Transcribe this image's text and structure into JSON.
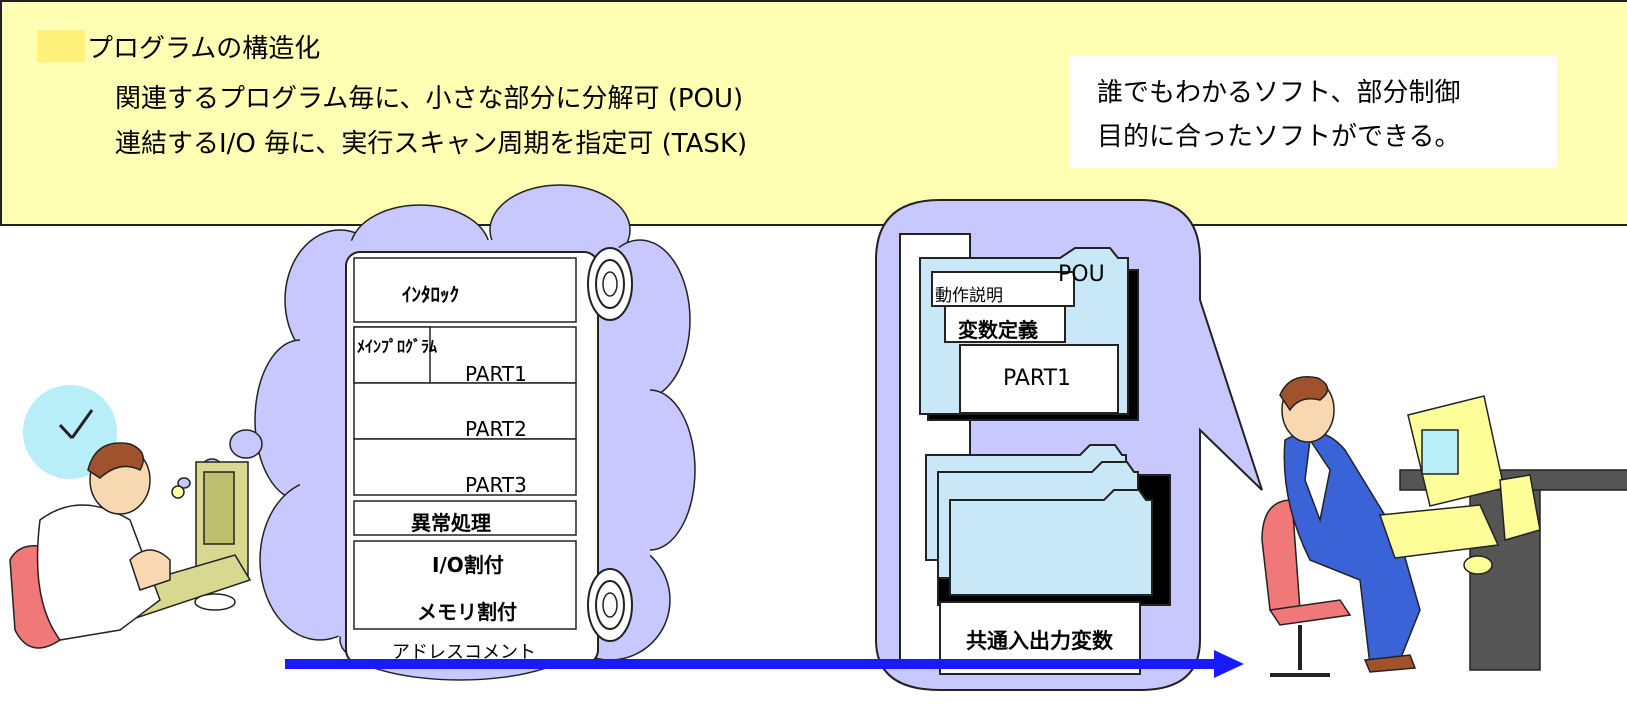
{
  "banner": {
    "heading": "プログラムの構造化",
    "lines": [
      "関連するプログラム毎に、小さな部分に分解可 (POU)",
      "連結するI/O 毎に、実行スキャン周期を指定可 (TASK)"
    ],
    "callout_lines": [
      "誰でもわかるソフト、部分制御",
      "目的に合ったソフトができる。"
    ]
  },
  "scroll": {
    "interlock": "ｲﾝﾀﾛｯｸ",
    "main_program": "ﾒｲﾝﾌﾟﾛｸﾞﾗﾑ",
    "parts": [
      "PART1",
      "PART2",
      "PART3"
    ],
    "error_handling": "異常処理",
    "io_assign": "I/O割付",
    "memory_assign": "メモリ割付",
    "address_comment": "アドレスコメント"
  },
  "pou": {
    "label": "POU",
    "operation_desc": "動作説明",
    "var_def": "変数定義",
    "part1": "PART1",
    "common_io_vars": "共通入出力変数"
  },
  "colors": {
    "banner_bg": "#ffffb3",
    "bubble": "#c8c8ff",
    "folder": "#c9e8f7",
    "arrow": "#1a1aff",
    "clock": "#b8eef7"
  }
}
